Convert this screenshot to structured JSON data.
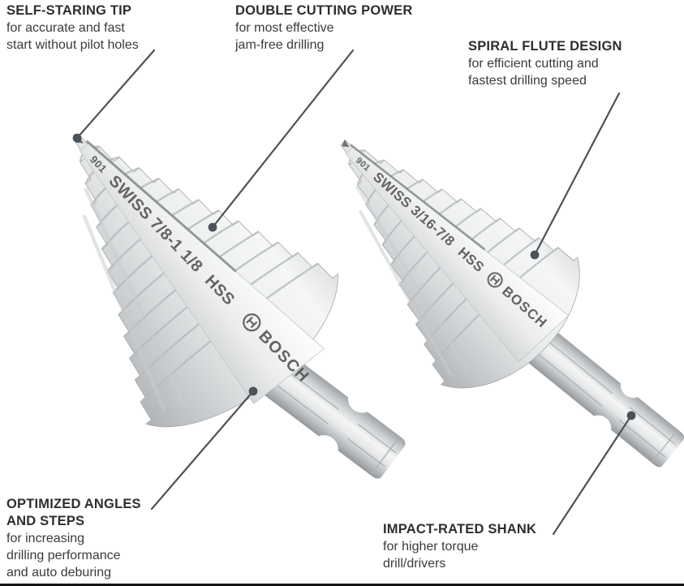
{
  "callouts": {
    "self_starting_tip": {
      "title_lines": [
        "SELF-STARING TIP"
      ],
      "body_lines": [
        "for accurate and fast",
        "start without pilot holes"
      ]
    },
    "double_cutting_power": {
      "title_lines": [
        "DOUBLE CUTTING POWER"
      ],
      "body_lines": [
        "for most effective",
        "jam-free drilling"
      ]
    },
    "spiral_flute_design": {
      "title_lines": [
        "SPIRAL FLUTE DESIGN"
      ],
      "body_lines": [
        "for efficient cutting and",
        "fastest drilling speed"
      ]
    },
    "optimized_angles_and_steps": {
      "title_lines": [
        "OPTIMIZED ANGLES",
        "AND STEPS"
      ],
      "body_lines": [
        "for increasing",
        "drilling performance",
        "and auto deburing"
      ]
    },
    "impact_rated_shank": {
      "title_lines": [
        "IMPACT-RATED SHANK"
      ],
      "body_lines": [
        "for higher torque",
        "drill/drivers"
      ]
    }
  },
  "bits": {
    "left": {
      "etch_prefix": "901",
      "etch_size": "SWISS 7/8-1 1/8",
      "etch_material": "HSS",
      "brand": "BOSCH"
    },
    "right": {
      "etch_prefix": "901",
      "etch_size": "SWISS 3/16-7/8",
      "etch_material": "HSS",
      "brand": "BOSCH"
    }
  },
  "colors": {
    "background": "#ffffff",
    "heading_text": "#2d2e2e",
    "body_text": "#3a3b3b",
    "leader_line": "#4c525a",
    "etch_text": "#4f5052",
    "bottom_rule": "#161616"
  }
}
